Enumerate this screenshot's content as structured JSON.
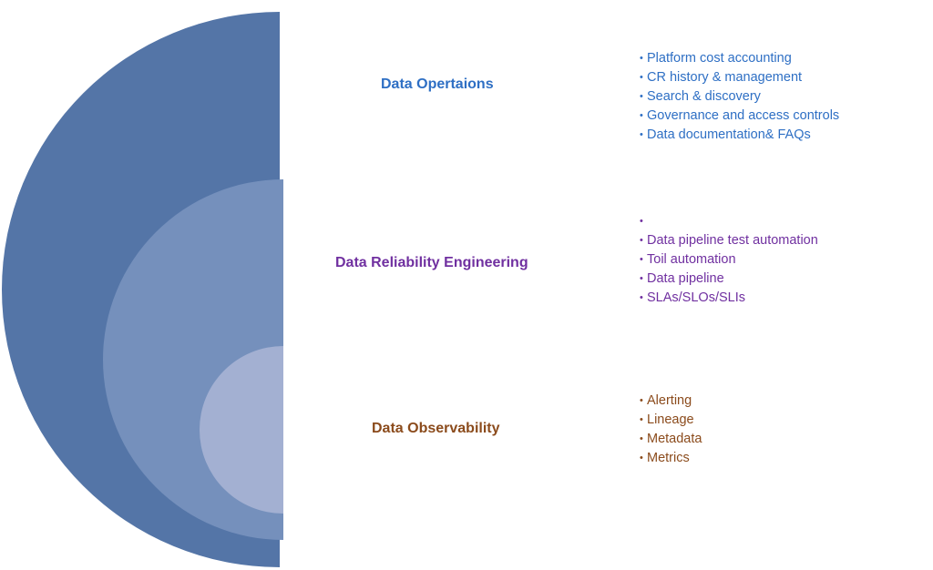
{
  "colors": {
    "outer_fill": "#5475a7",
    "middle_fill": "#7590bc",
    "inner_fill": "#a3b0d2",
    "operations_text": "#2e6fc4",
    "reliability_text": "#7030a0",
    "observability_text": "#8b4b1c"
  },
  "layers": {
    "operations": {
      "title": "Data Opertaions",
      "items": [
        "Platform cost accounting",
        "CR history &  management",
        "Search & discovery",
        "Governance and access controls",
        "Data documentation& FAQs"
      ]
    },
    "reliability": {
      "title": "Data Reliability Engineering",
      "items": [
        "",
        "Data pipeline test automation",
        "Toil automation",
        "Data pipeline",
        "SLAs/SLOs/SLIs"
      ]
    },
    "observability": {
      "title": "Data Observability",
      "items": [
        "Alerting",
        "Lineage",
        "Metadata",
        "Metrics"
      ]
    }
  }
}
